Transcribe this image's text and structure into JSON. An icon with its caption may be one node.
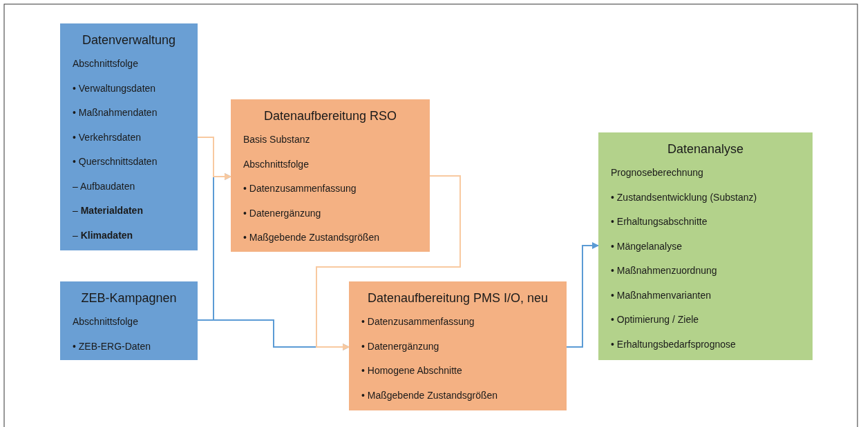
{
  "diagram": {
    "nodes": [
      {
        "text": [
          "Datenverwaltung",
          "Abschnittsfolge",
          "• Verwaltungsdaten",
          "• Maßnahmendaten",
          "• Verkehrsdaten",
          "• Querschnittsdaten",
          "– Aufbaudaten",
          "– **Materialdaten**",
          "– **Klimadaten**"
        ]
      },
      {
        "text": [
          "ZEB-Kampagnen",
          "Abschnittsfolge",
          "• ZEB-ERG-Daten"
        ]
      },
      {
        "text": [
          "Datenaufbereitung RSO",
          "Basis Substanz",
          "Abschnittsfolge",
          "• Datenzusammenfassung",
          "• Datenergänzung",
          "• Maßgebende Zustandsgrößen"
        ]
      },
      {
        "text": [
          "Datenaufbereitung PMS I/O, neu",
          "• Datenzusammenfassung",
          "• Datenergänzung",
          "• Homogene Abschnitte",
          "• Maßgebende Zustandsgrößen"
        ]
      },
      {
        "text": [
          "Datenanalyse",
          "Prognoseberechnung",
          "• Zustandsentwicklung (Substanz)",
          "• Erhaltungsabschnitte",
          "• Mängelanalyse",
          "• Maßnahmenzuordnung",
          "• Maßnahmenvarianten",
          "• Optimierung / Ziele",
          "• Erhaltungsbedarfsprognose"
        ]
      }
    ],
    "edges": [
      {
        "from": 1,
        "to": 2,
        "arrow": "to"
      },
      {
        "from": 1,
        "to": 3,
        "arrow": "to"
      },
      {
        "from": 0,
        "to": 2,
        "arrow": "to",
        "color": "#f8c9a0"
      },
      {
        "from": 2,
        "to": 3,
        "arrow": "to",
        "color": "#f8c9a0"
      },
      {
        "from": 3,
        "to": 4,
        "arrow": "to"
      }
    ]
  }
}
